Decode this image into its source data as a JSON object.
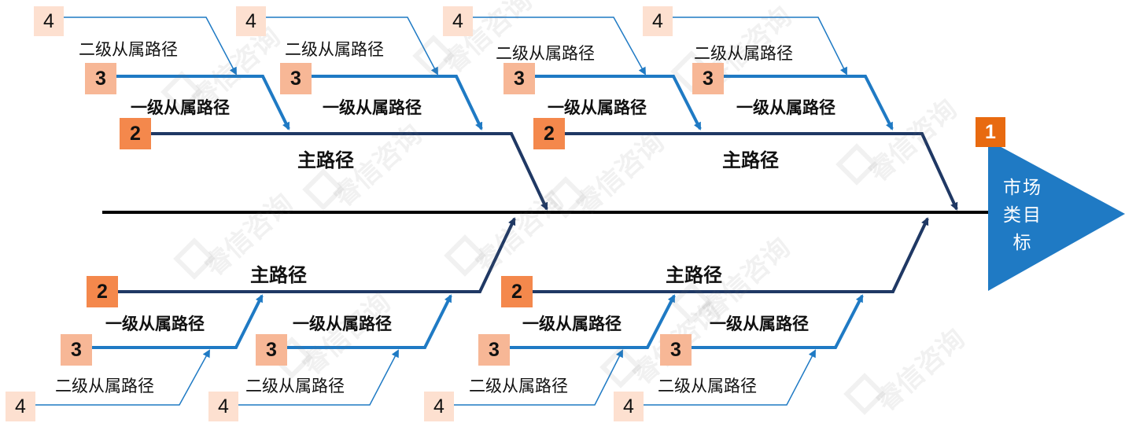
{
  "head": {
    "number": "1",
    "text": "市场类目标"
  },
  "labels": {
    "main": "主路径",
    "first": "一级从属路径",
    "second": "二级从属路径"
  },
  "levels": {
    "main": "2",
    "first": "3",
    "second": "4"
  },
  "watermark": "睿信咨询",
  "colors": {
    "spine": "#000000",
    "main_line": "#1f3864",
    "sub_line": "#1f7ac4",
    "head": "#1f7ac4",
    "level1": "#e86a10",
    "level2": "#f4884c",
    "level3": "#f7b796",
    "level4": "#fde0d0"
  }
}
